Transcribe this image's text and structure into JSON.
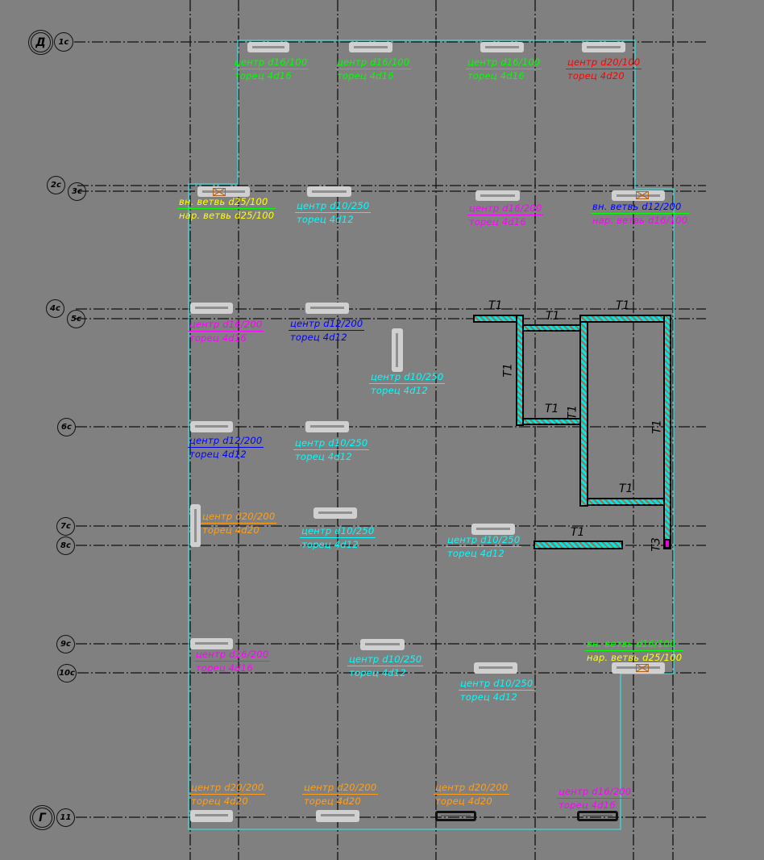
{
  "axes": {
    "letters": [
      "Д",
      "Г"
    ],
    "rows": [
      "1с",
      "2с",
      "3с",
      "4с",
      "5с",
      "6с",
      "7с",
      "8с",
      "9с",
      "10с",
      "11"
    ]
  },
  "wall_tags": [
    "Т1",
    "Т1",
    "Т1",
    "Т1",
    "Т1",
    "Т1",
    "Т1",
    "Т1",
    "Т1",
    "Т3"
  ],
  "labels": [
    {
      "line1": "центр d16/100",
      "line2": "торец 4d16"
    },
    {
      "line1": "центр d16/100",
      "line2": "торец 4d16"
    },
    {
      "line1": "центр d16/100",
      "line2": "торец 4d16"
    },
    {
      "line1": "центр d20/100",
      "line2": "торец 4d20"
    },
    {
      "line1": "вн. ветвь d25/100",
      "line2": "нар. ветвь d25/100"
    },
    {
      "line1": "центр d10/250",
      "line2": "торец 4d12"
    },
    {
      "line1": "центр d16/200",
      "line2": "торец 4d16"
    },
    {
      "line1": "вн. ветвь d12/200",
      "line2": "нар. ветвь d16/100"
    },
    {
      "line1": "центр d16/200",
      "line2": "торец 4d16"
    },
    {
      "line1": "центр d12/200",
      "line2": "торец 4d12"
    },
    {
      "line1": "центр d10/250",
      "line2": "торец 4d12"
    },
    {
      "line1": "центр d12/200",
      "line2": "торец 4d12"
    },
    {
      "line1": "центр d10/250",
      "line2": "торец 4d12"
    },
    {
      "line1": "центр d20/200",
      "line2": "торец 4d20"
    },
    {
      "line1": "центр d10/250",
      "line2": "торец 4d12"
    },
    {
      "line1": "центр d10/250",
      "line2": "торец 4d12"
    },
    {
      "line1": "центр d16/200",
      "line2": "торец 4d16"
    },
    {
      "line1": "центр d10/250",
      "line2": "торец 4d12"
    },
    {
      "line1": "центр d10/250",
      "line2": "торец 4d12"
    },
    {
      "line1": "вн. ветвь d16/100",
      "line2": "нар. ветвь d25/100"
    },
    {
      "line1": "центр d20/200",
      "line2": "торец 4d20"
    },
    {
      "line1": "центр d20/200",
      "line2": "торец 4d20"
    },
    {
      "line1": "центр d20/200",
      "line2": "торец 4d20"
    },
    {
      "line1": "центр d16/200",
      "line2": "торец 4d16"
    }
  ],
  "colors": {
    "outline": "#3fd6d6",
    "background": "#808080",
    "grid": "#111111"
  }
}
